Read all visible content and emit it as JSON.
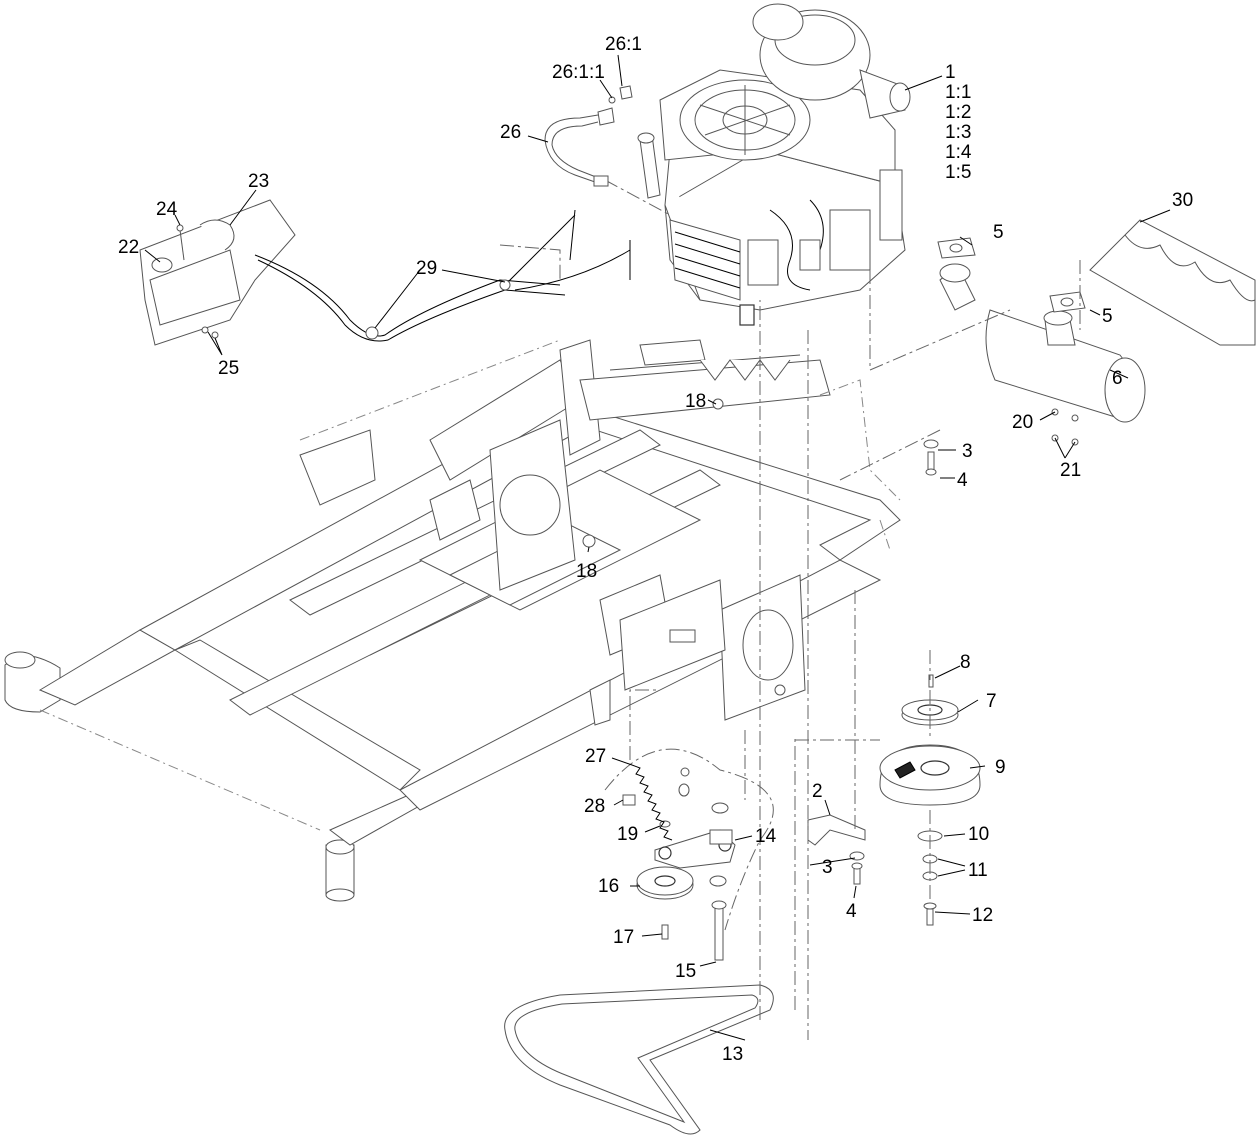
{
  "callouts": [
    {
      "id": "c1",
      "text": "1"
    },
    {
      "id": "c1_1",
      "text": "1:1"
    },
    {
      "id": "c1_2",
      "text": "1:2"
    },
    {
      "id": "c1_3",
      "text": "1:3"
    },
    {
      "id": "c1_4",
      "text": "1:4"
    },
    {
      "id": "c1_5",
      "text": "1:5"
    },
    {
      "id": "c2",
      "text": "2"
    },
    {
      "id": "c3a",
      "text": "3"
    },
    {
      "id": "c3b",
      "text": "3"
    },
    {
      "id": "c4a",
      "text": "4"
    },
    {
      "id": "c4b",
      "text": "4"
    },
    {
      "id": "c5a",
      "text": "5"
    },
    {
      "id": "c5b",
      "text": "5"
    },
    {
      "id": "c6",
      "text": "6"
    },
    {
      "id": "c7",
      "text": "7"
    },
    {
      "id": "c8",
      "text": "8"
    },
    {
      "id": "c9",
      "text": "9"
    },
    {
      "id": "c10",
      "text": "10"
    },
    {
      "id": "c11",
      "text": "11"
    },
    {
      "id": "c12",
      "text": "12"
    },
    {
      "id": "c13",
      "text": "13"
    },
    {
      "id": "c14",
      "text": "14"
    },
    {
      "id": "c15",
      "text": "15"
    },
    {
      "id": "c16",
      "text": "16"
    },
    {
      "id": "c17",
      "text": "17"
    },
    {
      "id": "c18a",
      "text": "18"
    },
    {
      "id": "c18b",
      "text": "18"
    },
    {
      "id": "c19",
      "text": "19"
    },
    {
      "id": "c20",
      "text": "20"
    },
    {
      "id": "c21",
      "text": "21"
    },
    {
      "id": "c22",
      "text": "22"
    },
    {
      "id": "c23",
      "text": "23"
    },
    {
      "id": "c24",
      "text": "24"
    },
    {
      "id": "c25",
      "text": "25"
    },
    {
      "id": "c26",
      "text": "26"
    },
    {
      "id": "c26_1",
      "text": "26:1"
    },
    {
      "id": "c26_1_1",
      "text": "26:1:1"
    },
    {
      "id": "c27",
      "text": "27"
    },
    {
      "id": "c28",
      "text": "28"
    },
    {
      "id": "c29",
      "text": "29"
    },
    {
      "id": "c30",
      "text": "30"
    }
  ]
}
